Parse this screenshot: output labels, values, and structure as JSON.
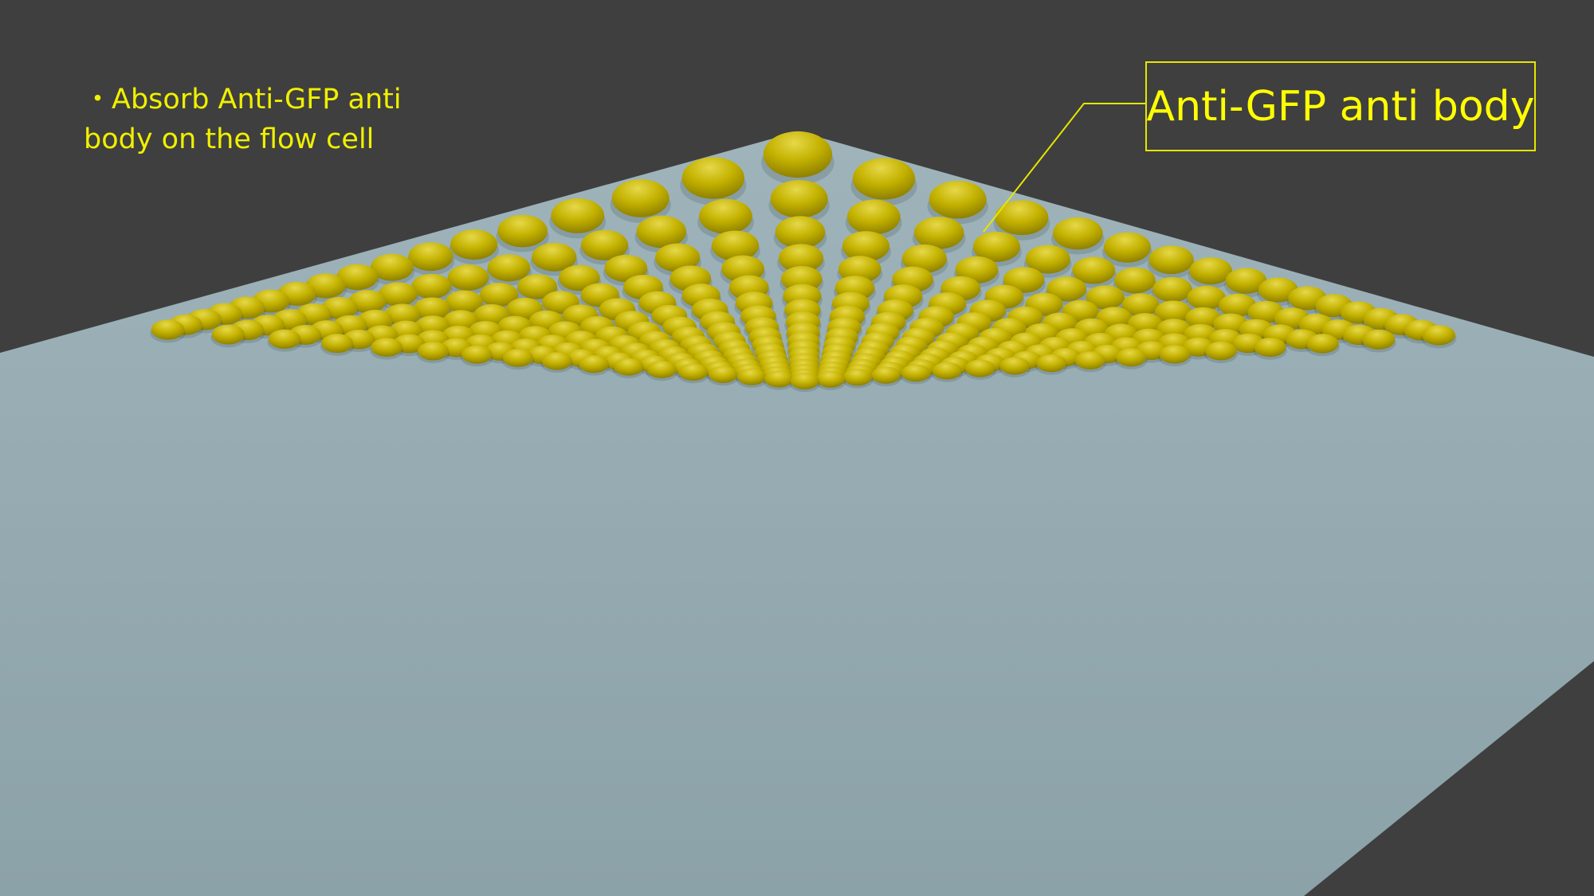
{
  "note": {
    "bullet": "・",
    "line1": "Absorb Anti-GFP anti",
    "line2": "body on the flow cell"
  },
  "callout": {
    "label": "Anti-GFP anti body"
  },
  "colors": {
    "background": "#3f3f3f",
    "flow_cell_surface": "#8fa6ac",
    "antibody_dot": "#c8b800",
    "text": "#f0f000",
    "callout_border": "#e6e600"
  }
}
